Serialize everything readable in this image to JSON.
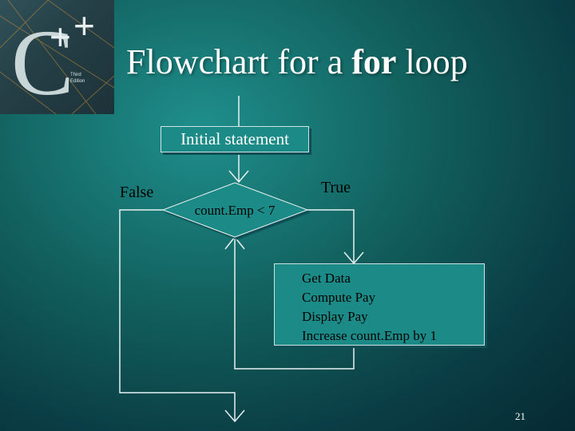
{
  "slide": {
    "title_prefix": "Flowchart for a ",
    "title_keyword": "for",
    "title_suffix": " loop",
    "page_number": "21"
  },
  "logo": {
    "glyph": "C",
    "plus": "+",
    "small_text_1": "Third",
    "small_text_2": "Edition"
  },
  "flowchart": {
    "initial_statement": "Initial statement",
    "condition": "count.Emp < 7",
    "false_label": "False",
    "true_label": "True",
    "body_lines": [
      "Get Data",
      "Compute Pay",
      "Display Pay",
      "Increase count.Emp by 1"
    ]
  },
  "colors": {
    "line": "#e8f2f2",
    "box_fill": "#1c8b87",
    "shadow": "#0e4f55"
  }
}
